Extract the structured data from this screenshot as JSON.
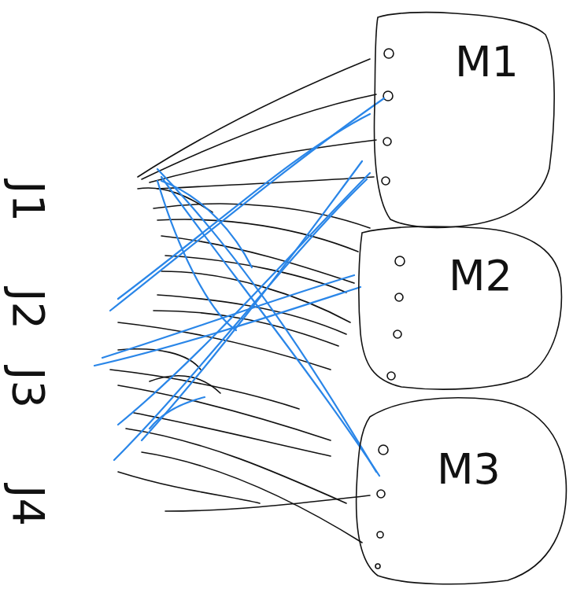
{
  "diagram": {
    "nodes": [
      {
        "text": [
          "M1"
        ]
      },
      {
        "text": [
          "M2"
        ]
      },
      {
        "text": [
          "M3"
        ]
      }
    ],
    "labels": [
      "J1",
      "J2",
      "J3",
      "J4"
    ]
  }
}
